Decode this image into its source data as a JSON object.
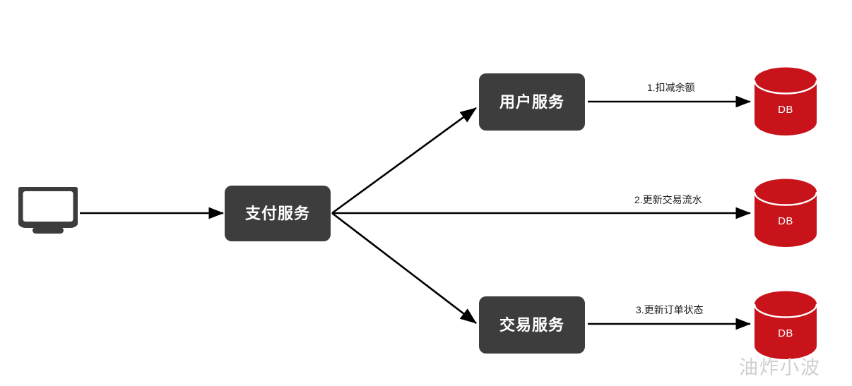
{
  "diagram": {
    "title": "payment-service-flow",
    "background_color": "#ffffff",
    "node_fill": "#3d3d3d",
    "node_text_color": "#ffffff",
    "db_fill": "#c8131a",
    "edge_color": "#000000",
    "watermark_color": "#cfcfcf"
  },
  "client": {
    "icon": "monitor-icon",
    "color": "#3c3c3c"
  },
  "services": {
    "payment": {
      "label": "支付服务"
    },
    "user": {
      "label": "用户服务"
    },
    "trade": {
      "label": "交易服务"
    }
  },
  "databases": [
    {
      "id": "db-user",
      "label": "DB"
    },
    {
      "id": "db-trade",
      "label": "DB"
    },
    {
      "id": "db-order",
      "label": "DB"
    }
  ],
  "edges": [
    {
      "id": "edge-client-payment",
      "label": ""
    },
    {
      "id": "edge-payment-user",
      "label": ""
    },
    {
      "id": "edge-payment-db",
      "label": ""
    },
    {
      "id": "edge-payment-trade",
      "label": ""
    },
    {
      "id": "edge-user-db",
      "label": "1.扣减余额"
    },
    {
      "id": "edge-trade-flow-db",
      "label": "2.更新交易流水"
    },
    {
      "id": "edge-trade-db",
      "label": "3.更新订单状态"
    }
  ],
  "edge_labels": {
    "deduct_balance": "1.扣减余额",
    "update_transaction_flow": "2.更新交易流水",
    "update_order_status": "3.更新订单状态"
  },
  "watermark": {
    "text": "油炸小波"
  }
}
